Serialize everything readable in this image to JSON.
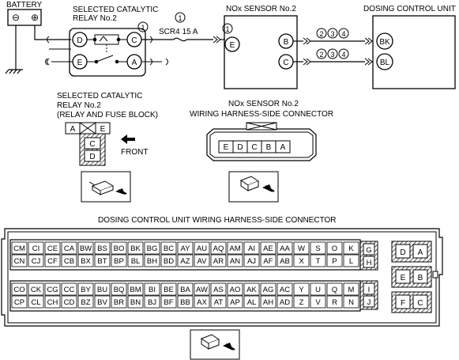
{
  "wiring": {
    "battery_label": "BATTERY",
    "battery_minus": "⊖",
    "battery_plus": "⊕",
    "relay_title_1": "SELECTED CATALYTIC",
    "relay_title_2": "RELAY No.2",
    "relay_note": "1",
    "relay_pins": [
      "D",
      "C",
      "E",
      "A"
    ],
    "fuse_note": "1",
    "fuse_label": "SCR4 15 A",
    "nox_note": "1",
    "nox_title": "NOx SENSOR No.2",
    "nox_pins": [
      "E",
      "B",
      "C"
    ],
    "dcu_title": "DOSING CONTROL UNIT",
    "dcu_pins": [
      "BK",
      "BL"
    ],
    "wire_notes_b": [
      "2",
      "3",
      "4"
    ],
    "wire_notes_c": [
      "2",
      "3",
      "4"
    ]
  },
  "relay_block": {
    "title_1": "SELECTED CATALYTIC",
    "title_2": "RELAY No.2",
    "title_3": "(RELAY AND FUSE BLOCK)",
    "pin_a": "A",
    "pin_e": "E",
    "pin_c": "C",
    "pin_d": "D",
    "front_label": "FRONT"
  },
  "nox_connector": {
    "title_1": "NOx SENSOR No.2",
    "title_2": "WIRING HARNESS-SIDE CONNECTOR",
    "pins": [
      "E",
      "D",
      "C",
      "B",
      "A"
    ]
  },
  "dcu_connector": {
    "title": "DOSING CONTROL UNIT WIRING HARNESS-SIDE CONNECTOR",
    "row1": [
      "CM",
      "CI",
      "CE",
      "CA",
      "BW",
      "BS",
      "BO",
      "BK",
      "BG",
      "BC",
      "AY",
      "AU",
      "AQ",
      "AM",
      "AI",
      "AE",
      "AA",
      "W",
      "S",
      "O",
      "K"
    ],
    "row2": [
      "CN",
      "CJ",
      "CF",
      "CB",
      "BX",
      "BT",
      "BP",
      "BL",
      "BH",
      "BD",
      "AZ",
      "AV",
      "AR",
      "AN",
      "AJ",
      "AF",
      "AB",
      "X",
      "T",
      "P",
      "L"
    ],
    "row3": [
      "CO",
      "CK",
      "CG",
      "CC",
      "BY",
      "BU",
      "BQ",
      "BM",
      "BI",
      "BE",
      "BA",
      "AW",
      "AS",
      "AO",
      "AK",
      "AG",
      "AC",
      "Y",
      "U",
      "Q",
      "M"
    ],
    "row4": [
      "CP",
      "CL",
      "CH",
      "CD",
      "BZ",
      "BV",
      "BR",
      "BN",
      "BJ",
      "BF",
      "BB",
      "AX",
      "AT",
      "AP",
      "AL",
      "AH",
      "AD",
      "Z",
      "V",
      "R",
      "N"
    ],
    "side_top": [
      "G",
      "H"
    ],
    "side_bottom": [
      "I",
      "J"
    ],
    "power_top": [
      "D",
      "A"
    ],
    "power_mid": [
      "E",
      "B"
    ],
    "power_bot": [
      "F",
      "C"
    ]
  },
  "icons": [
    "connector-probe-icon",
    "arrow-left-icon",
    "ground-icon",
    "fuse-icon"
  ]
}
